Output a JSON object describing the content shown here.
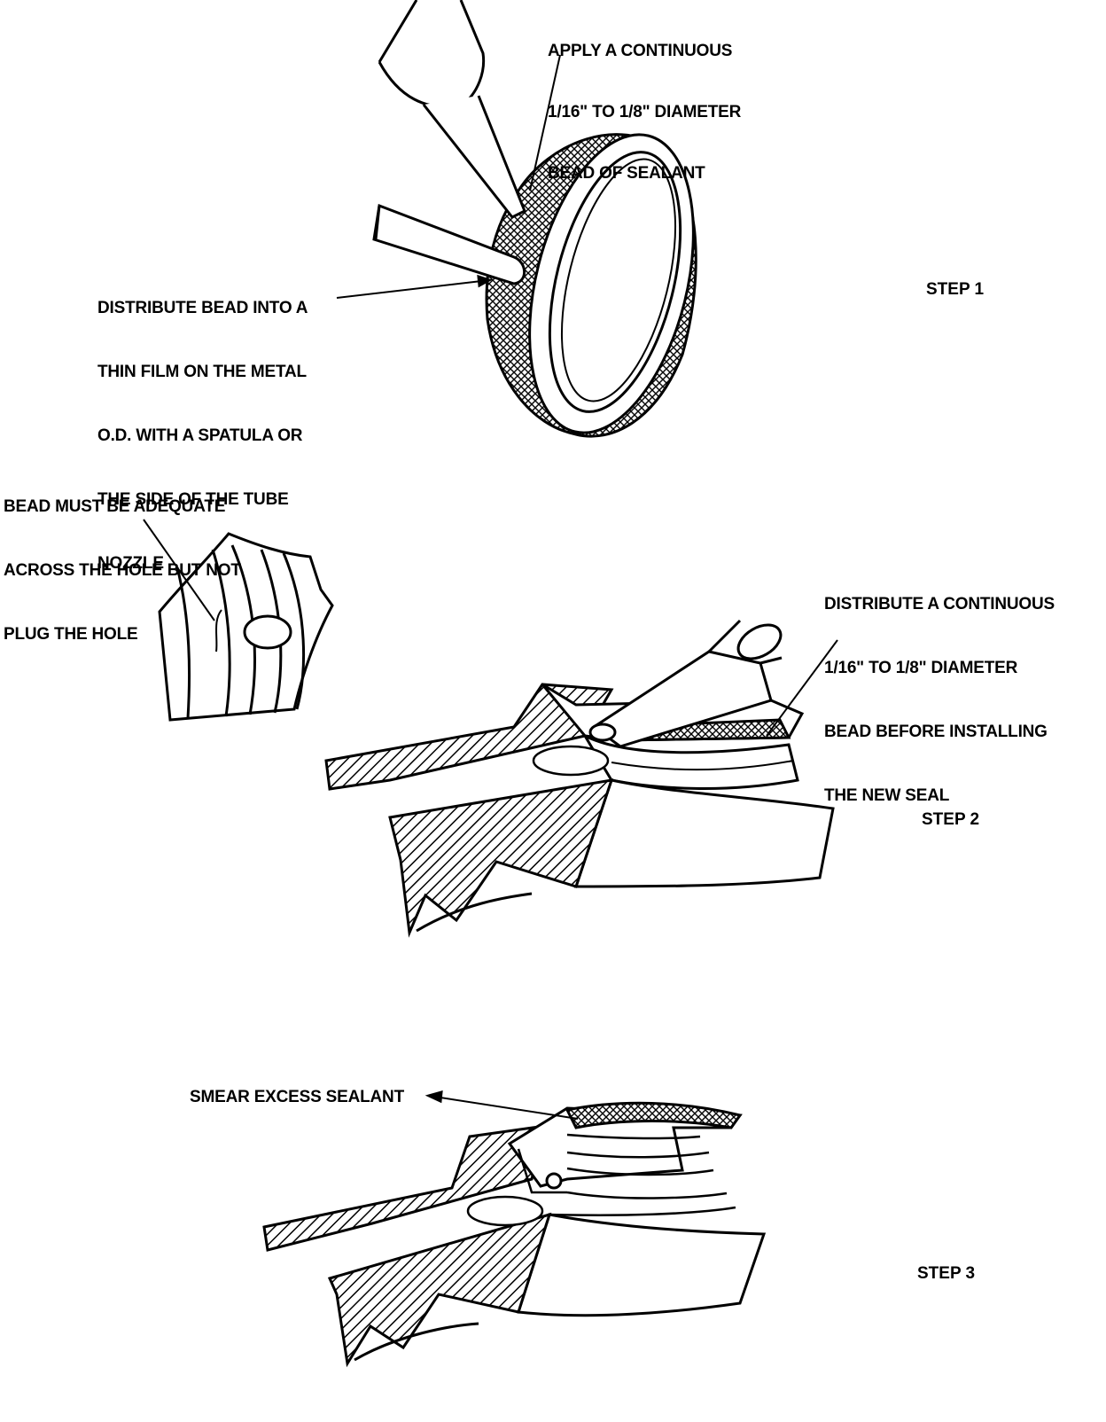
{
  "callouts": {
    "apply_bead": [
      "APPLY A CONTINUOUS",
      "1/16\" TO 1/8\" DIAMETER",
      "BEAD OF SEALANT"
    ],
    "distribute_film": [
      "DISTRIBUTE BEAD INTO A",
      "THIN FILM ON THE METAL",
      "O.D. WITH A SPATULA OR",
      "THE SIDE OF THE TUBE",
      "NOZZLE"
    ],
    "bead_adequate": [
      "BEAD MUST BE ADEQUATE",
      "ACROSS THE HOLE BUT NOT",
      "PLUG THE HOLE"
    ],
    "distribute_continuous": [
      "DISTRIBUTE A CONTINUOUS",
      "1/16\" TO 1/8\" DIAMETER",
      "BEAD BEFORE INSTALLING",
      "THE NEW SEAL"
    ],
    "smear_excess": "SMEAR EXCESS SEALANT"
  },
  "steps": {
    "step1": "STEP 1",
    "step2": "STEP 2",
    "step3": "STEP 3"
  }
}
